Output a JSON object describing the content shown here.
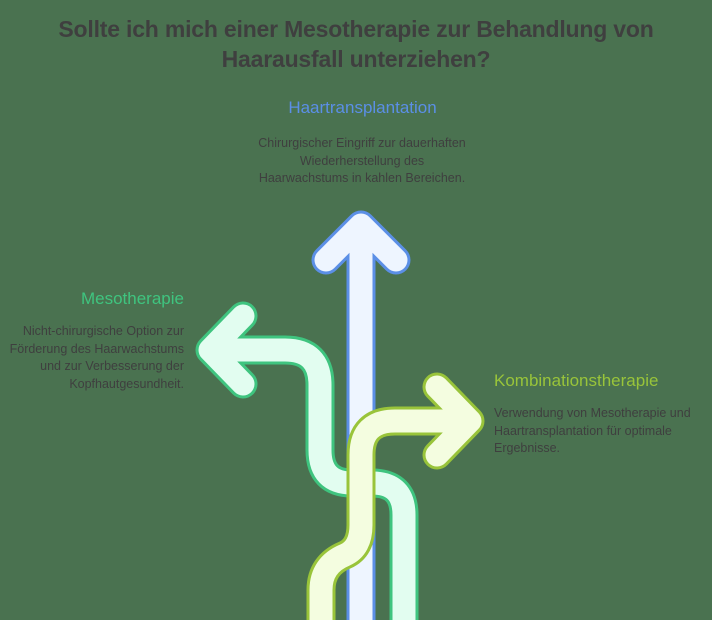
{
  "title": "Sollte ich mich einer Mesotherapie zur Behandlung von Haarausfall unterziehen?",
  "colors": {
    "background": "#4a7250",
    "title_text": "#3f3f3f",
    "hair_accent": "#5b8fe6",
    "hair_fill": "#eef5ff",
    "meso_accent": "#3fc47f",
    "meso_fill": "#e2fdf0",
    "combo_accent": "#99c43a",
    "combo_fill": "#f4fde0"
  },
  "options": {
    "hair": {
      "label": "Haartransplantation",
      "description": "Chirurgischer Eingriff zur dauerhaften Wiederherstellung des Haarwachstums in kahlen Bereichen.",
      "direction": "up"
    },
    "meso": {
      "label": "Mesotherapie",
      "description": "Nicht-chirurgische Option zur Förderung des Haarwachstums und zur Verbesserung der Kopfhautgesundheit.",
      "direction": "left"
    },
    "combo": {
      "label": "Kombinationstherapie",
      "description": "Verwendung von Mesotherapie und Haartransplantation für optimale Ergebnisse.",
      "direction": "right"
    }
  }
}
